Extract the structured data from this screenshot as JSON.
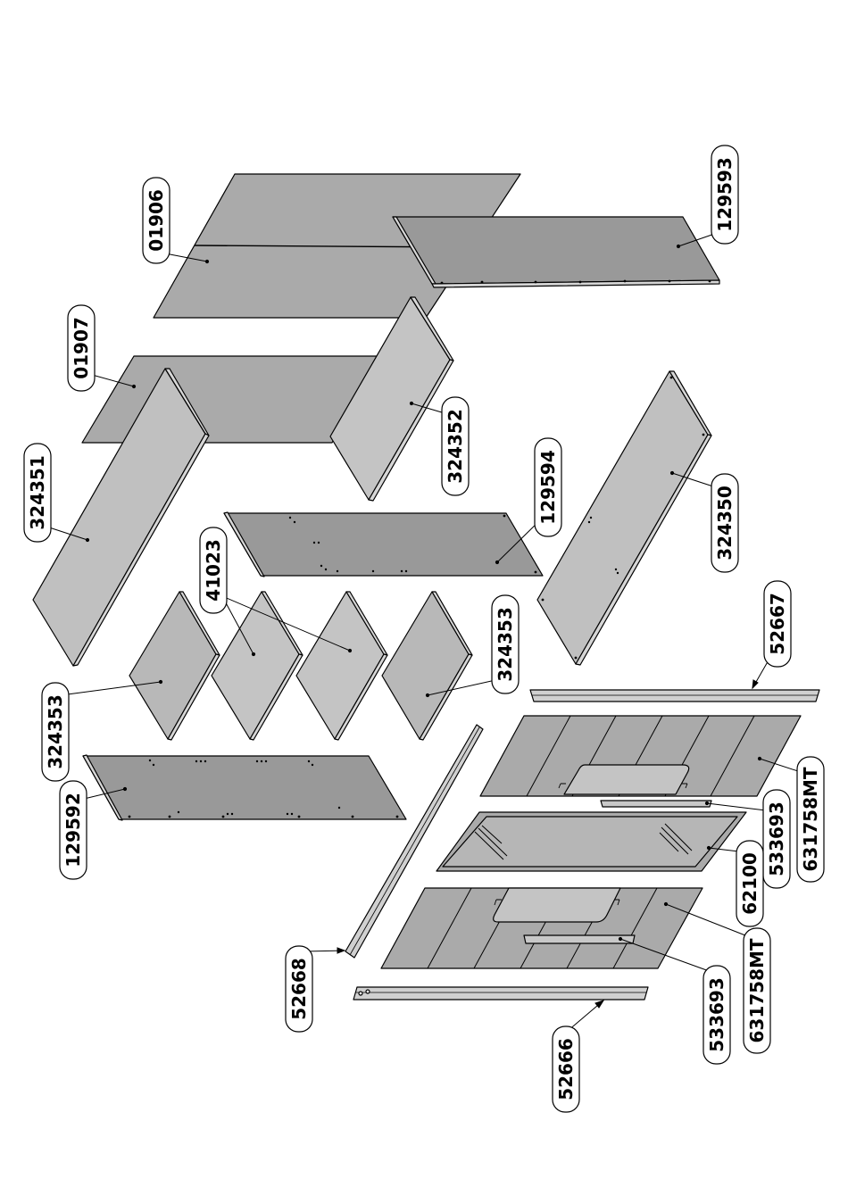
{
  "diagram": {
    "style": {
      "panel_fill": "#aaaaaa",
      "panel_dark": "#999999",
      "panel_light": "#c4c4c4",
      "edge_fill": "#d6d6d6",
      "stroke": "#000000",
      "label_fill": "#ffffff"
    },
    "labels": {
      "l_01906": "01906",
      "l_129593": "129593",
      "l_01907": "01907",
      "l_324352": "324352",
      "l_324351": "324351",
      "l_129594": "129594",
      "l_324350": "324350",
      "l_41023": "41023",
      "l_324353_left": "324353",
      "l_324353_right": "324353",
      "l_52667": "52667",
      "l_129592": "129592",
      "l_631758MT_top": "631758MT",
      "l_533693_top": "533693",
      "l_62100": "62100",
      "l_52668": "52668",
      "l_631758MT_bottom": "631758MT",
      "l_533693_bottom": "533693",
      "l_52666": "52666"
    }
  }
}
